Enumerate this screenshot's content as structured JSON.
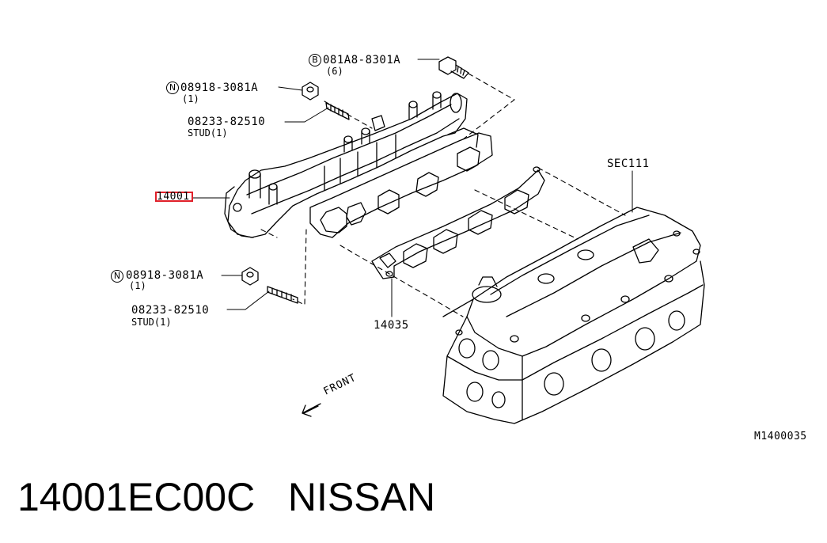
{
  "callouts": {
    "bolt_b": {
      "circle": "B",
      "part": "081A8-8301A",
      "qty": "(6)"
    },
    "nut_top": {
      "circle": "N",
      "part": "08918-3081A",
      "qty": "(1)"
    },
    "stud_top": {
      "part": "08233-82510",
      "qty": "STUD(1)"
    },
    "sec": "SEC111",
    "manifold": "14001",
    "nut_bottom": {
      "circle": "N",
      "part": "08918-3081A",
      "qty": "(1)"
    },
    "stud_bottom": {
      "part": "08233-82510",
      "qty": "STUD(1)"
    },
    "gasket": "14035",
    "front": "FRONT",
    "ref_code": "M1400035"
  },
  "highlight_color": "#e0202a",
  "footer": {
    "part_number": "14001EC00C",
    "brand": "NISSAN",
    "text": "14001EC00C   NISSAN"
  }
}
